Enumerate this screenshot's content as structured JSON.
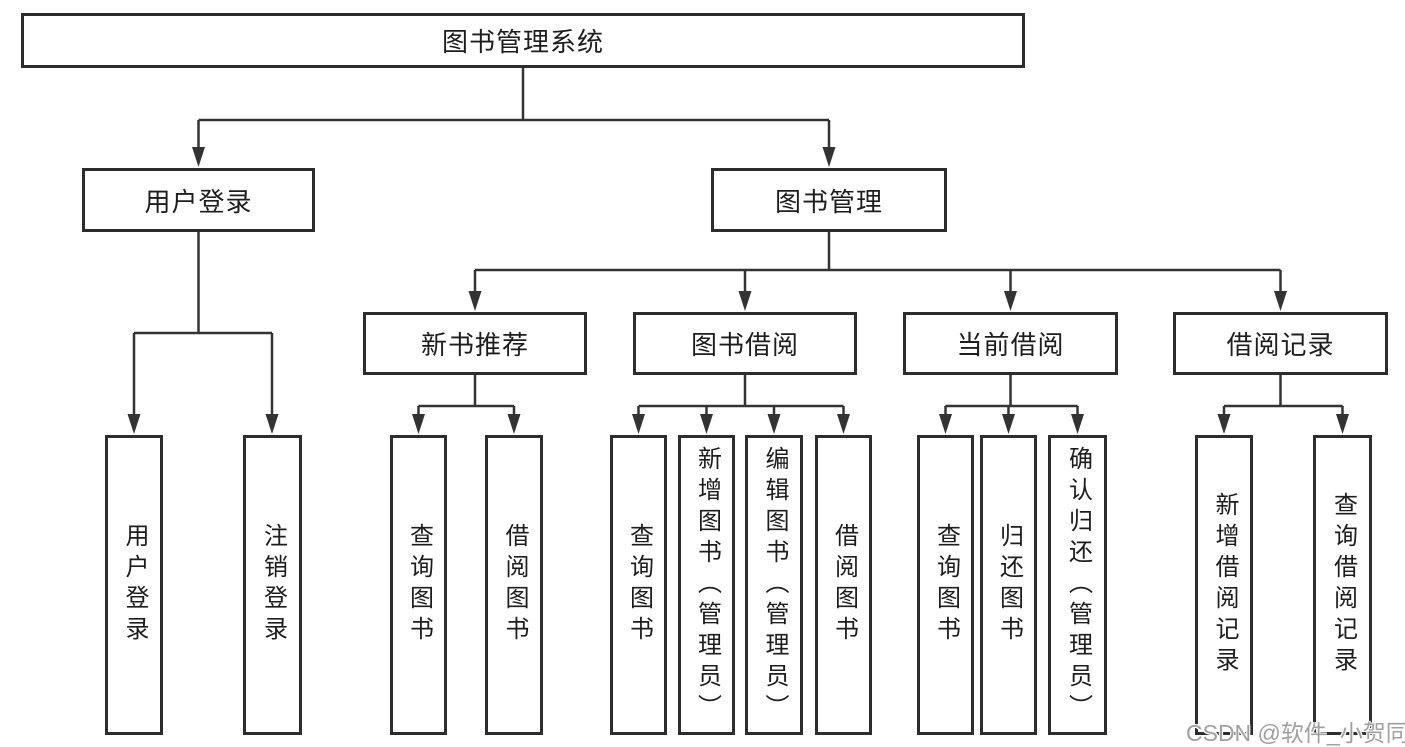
{
  "tree": {
    "label": "图书管理系统",
    "children": [
      {
        "label": "用户登录",
        "children": [
          {
            "label": "用户登录"
          },
          {
            "label": "注销登录"
          }
        ]
      },
      {
        "label": "图书管理",
        "children": [
          {
            "label": "新书推荐",
            "children": [
              {
                "label": "查询图书"
              },
              {
                "label": "借阅图书"
              }
            ]
          },
          {
            "label": "图书借阅",
            "children": [
              {
                "label": "查询图书"
              },
              {
                "label": "新增图书（管理员）"
              },
              {
                "label": "编辑图书（管理员）"
              },
              {
                "label": "借阅图书"
              }
            ]
          },
          {
            "label": "当前借阅",
            "children": [
              {
                "label": "查询图书"
              },
              {
                "label": "归还图书"
              },
              {
                "label": "确认归还（管理员）"
              }
            ]
          },
          {
            "label": "借阅记录",
            "children": [
              {
                "label": "新增借阅记录"
              },
              {
                "label": "查询借阅记录"
              }
            ]
          }
        ]
      }
    ]
  },
  "watermark": "CSDN @软件_小贺同学",
  "colors": {
    "line": "#333333",
    "box_border": "#2d2d2d",
    "text": "#1d1d1d",
    "watermark": "#a0a0a0",
    "background": "#ffffff"
  }
}
